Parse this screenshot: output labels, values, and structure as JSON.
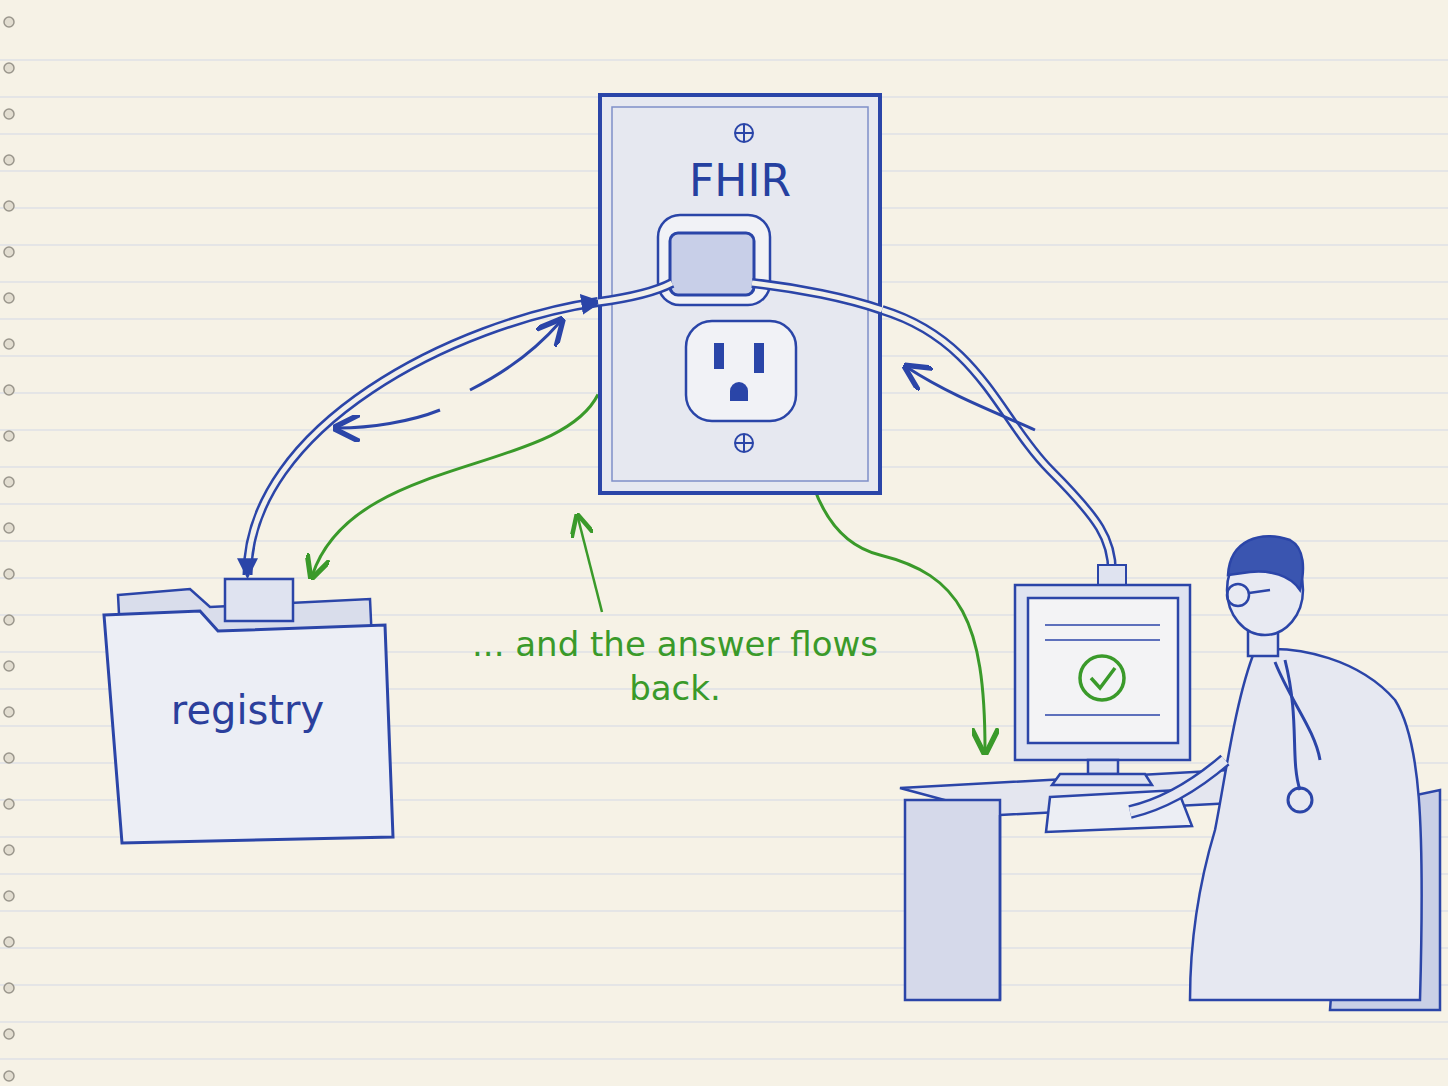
{
  "diagram": {
    "nodes": [
      {
        "text": [
          "registry"
        ]
      },
      {
        "text": [
          "FHIR"
        ]
      }
    ],
    "edges": [
      {
        "from": 0,
        "to": 1,
        "arrow": "both"
      },
      {
        "from": 1,
        "to": 0,
        "arrow": "to"
      }
    ],
    "labels": [
      "... and the answer flows back."
    ]
  }
}
